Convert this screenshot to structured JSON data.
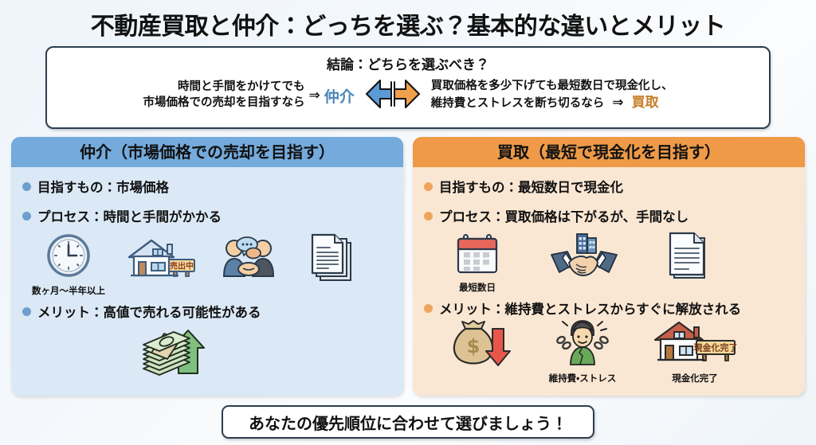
{
  "title": "不動産買取と仲介：どっちを選ぶ？基本的な違いとメリット",
  "conclusion": {
    "heading": "結論：どちらを選ぶべき？",
    "left_line1": "時間と手間をかけてでも",
    "left_line2": "市場価格での売却を目指すなら",
    "left_arrow": "⇒",
    "left_label": "仲介",
    "right_line1": "買取価格を多少下げても最短数日で現金化し、",
    "right_line2_text": "維持費とストレスを断ち切るなら",
    "right_arrow": "⇒",
    "right_label": "買取",
    "arrow_icon": "double-headed-arrow-icon"
  },
  "panels": {
    "left": {
      "header": "仲介（市場価格での売却を目指す）",
      "bullets": [
        "目指すもの：市場価格",
        "プロセス：時間と手間がかかる",
        "メリット：高値で売れる可能性がある"
      ],
      "icons_process": [
        {
          "name": "clock-icon",
          "caption": "数ヶ月〜半年以上"
        },
        {
          "name": "house-for-sale-icon",
          "caption": "",
          "sign_text": "売出中"
        },
        {
          "name": "handshake-people-icon",
          "caption": ""
        },
        {
          "name": "documents-stack-icon",
          "caption": ""
        }
      ],
      "icons_merit": [
        {
          "name": "cash-stack-up-arrow-icon",
          "caption": ""
        }
      ]
    },
    "right": {
      "header": "買取（最短で現金化を目指す）",
      "bullets": [
        "目指すもの：最短数日で現金化",
        "プロセス：買取価格は下がるが、手間なし",
        "メリット：維持費とストレスからすぐに解放される"
      ],
      "icons_process": [
        {
          "name": "calendar-icon",
          "caption": "最短数日"
        },
        {
          "name": "building-handshake-icon",
          "caption": ""
        },
        {
          "name": "document-icon",
          "caption": ""
        }
      ],
      "icons_merit": [
        {
          "name": "money-bag-down-arrow-icon",
          "caption": ""
        },
        {
          "name": "person-broken-chains-icon",
          "caption": "維持費・ストレス"
        },
        {
          "name": "house-sold-icon",
          "caption": "現金化完了",
          "sign_text": "現金化完了"
        }
      ]
    }
  },
  "footer": {
    "message": "あなたの優先順位に合わせて選びましょう！"
  },
  "colors": {
    "brand_blue": "#74aadc",
    "brand_orange": "#ee9a47",
    "panel_left_bg": "#dbe9f6",
    "panel_right_bg": "#fae7d3",
    "label_blue": "#4a86b8",
    "label_orange": "#c77f2a"
  }
}
